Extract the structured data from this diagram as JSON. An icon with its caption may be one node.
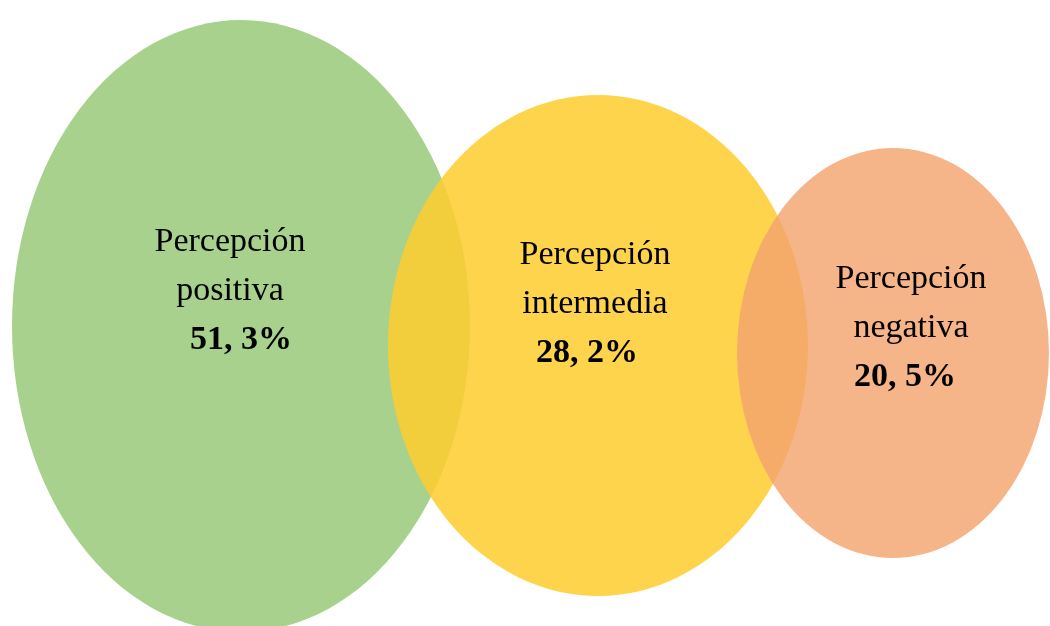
{
  "diagram": {
    "nodes": [
      {
        "text": [
          "Percepción positiva",
          "51, 3%"
        ]
      },
      {
        "text": [
          "Percepción intermedia",
          "28, 2%"
        ]
      },
      {
        "text": [
          "Percepción negativa",
          "20, 5%"
        ]
      }
    ],
    "edges": []
  }
}
